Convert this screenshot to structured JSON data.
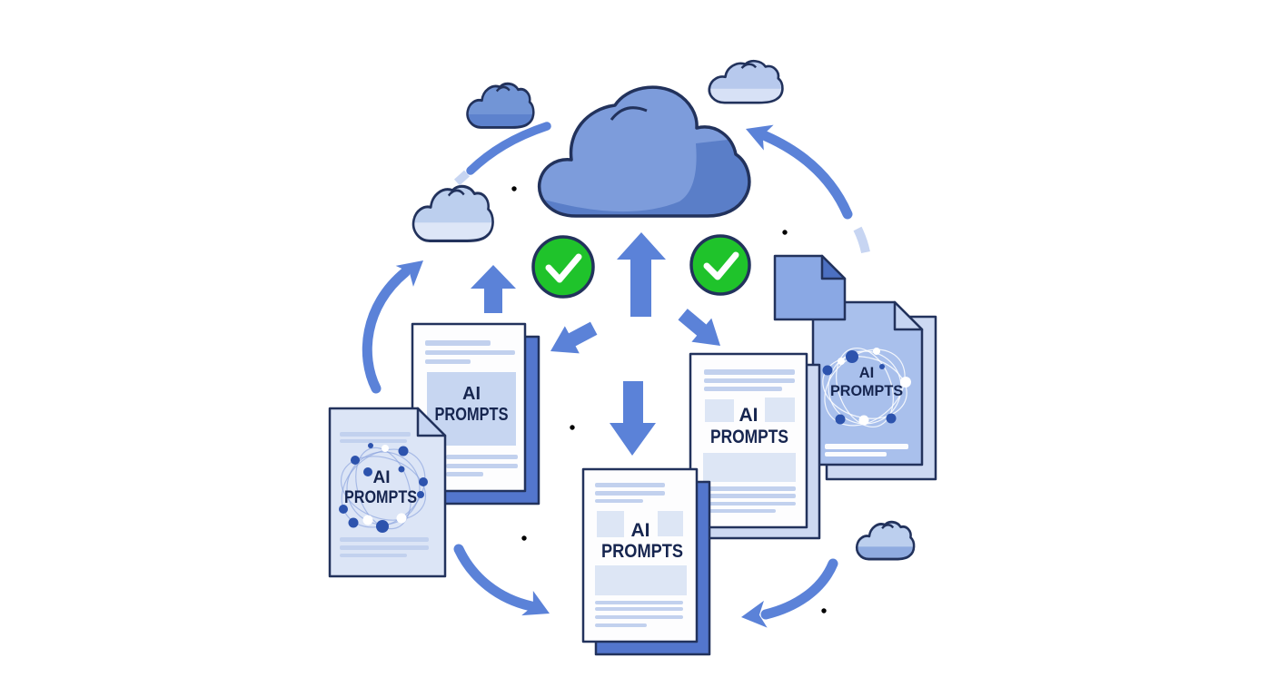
{
  "scene": {
    "background": "#ffffff",
    "description": "Illustration of documents labeled AI PROMPTS syncing in a cycle with a central cloud, green checkmarks, blue arrows and sparkles"
  },
  "colors": {
    "outline": "#22325c",
    "ink": "#16254f",
    "arrow": "#5b82d8",
    "arrow_light": "#c7d5f2",
    "cloud_main": "#7d9cdb",
    "cloud_shade": "#5a7ec8",
    "cloud_small": "#7295d6",
    "cloud_small_band": "#5d82cd",
    "cloud_light": "#bccfee",
    "cloud_light_band": "#dde6f7",
    "cloud_right": "#b7c9ed",
    "cloud_right_band": "#d7e1f6",
    "cloud_br_band": "#8fabe0",
    "doc_white": "#fdfdfe",
    "doc_light": "#dce5f6",
    "doc_medium": "#a9c0ec",
    "sheet_blue": "#5376cd",
    "sheet_light": "#cdd9f2",
    "panel": "#c7d6f1",
    "panel_light": "#dde6f5",
    "line": "#c2d1ee",
    "fold": "#c6d5f2",
    "fold_dark": "#4c70c2",
    "square_icon": "#8aa8e4",
    "check_green": "#1fc32b",
    "check_mark": "#ffffff",
    "node_blue": "#2d53ad",
    "net_line": "#8aa3dd",
    "sparkle": "#3a4f85",
    "bg": "#ffffff"
  },
  "documents": [
    {
      "name": "left-network-document",
      "word1": "AI",
      "word2": "PROMPTS"
    },
    {
      "name": "upper-left-document",
      "word1": "AI",
      "word2": "PROMPTS"
    },
    {
      "name": "bottom-center-document",
      "word1": "AI",
      "word2": "PROMPTS"
    },
    {
      "name": "right-document",
      "word1": "AI",
      "word2": "PROMPTS"
    },
    {
      "name": "far-right-network-document",
      "word1": "AI",
      "word2": "PROMPTS"
    }
  ],
  "icons": {
    "clouds": [
      "cloud-main",
      "cloud-top-left",
      "cloud-left",
      "cloud-top-right",
      "cloud-bottom-right"
    ],
    "checkmarks": [
      "check-left",
      "check-right"
    ],
    "sparkle_count": 5,
    "folded_note": "folded-note-icon"
  }
}
